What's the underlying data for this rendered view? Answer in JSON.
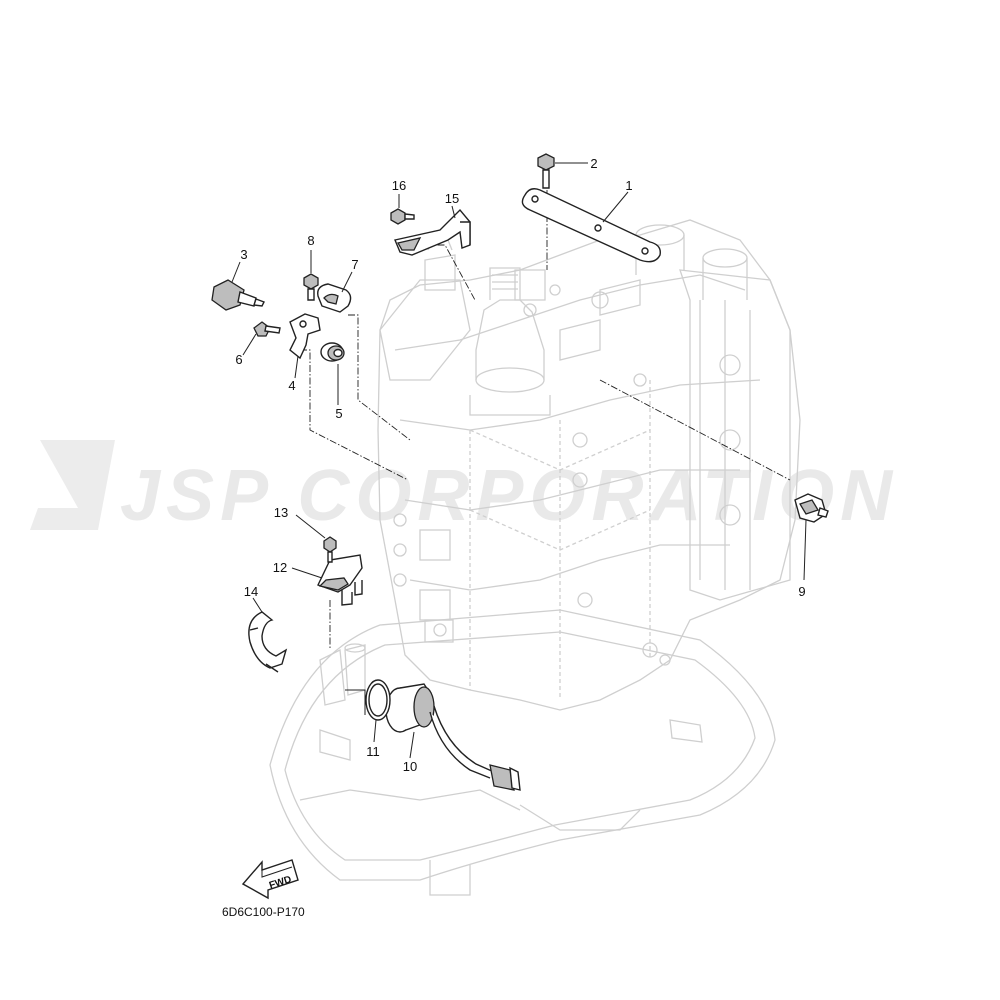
{
  "watermark": {
    "text": "JSP CORPORATION"
  },
  "diagram": {
    "code": "6D6C100-P170",
    "fwd_label": "FWD"
  },
  "callouts": [
    {
      "id": "c1",
      "label": "1"
    },
    {
      "id": "c2",
      "label": "2"
    },
    {
      "id": "c3",
      "label": "3"
    },
    {
      "id": "c4",
      "label": "4"
    },
    {
      "id": "c5",
      "label": "5"
    },
    {
      "id": "c6",
      "label": "6"
    },
    {
      "id": "c7",
      "label": "7"
    },
    {
      "id": "c8",
      "label": "8"
    },
    {
      "id": "c9",
      "label": "9"
    },
    {
      "id": "c10",
      "label": "10"
    },
    {
      "id": "c11",
      "label": "11"
    },
    {
      "id": "c12",
      "label": "12"
    },
    {
      "id": "c13",
      "label": "13"
    },
    {
      "id": "c14",
      "label": "14"
    },
    {
      "id": "c15",
      "label": "15"
    },
    {
      "id": "c16",
      "label": "16"
    }
  ]
}
